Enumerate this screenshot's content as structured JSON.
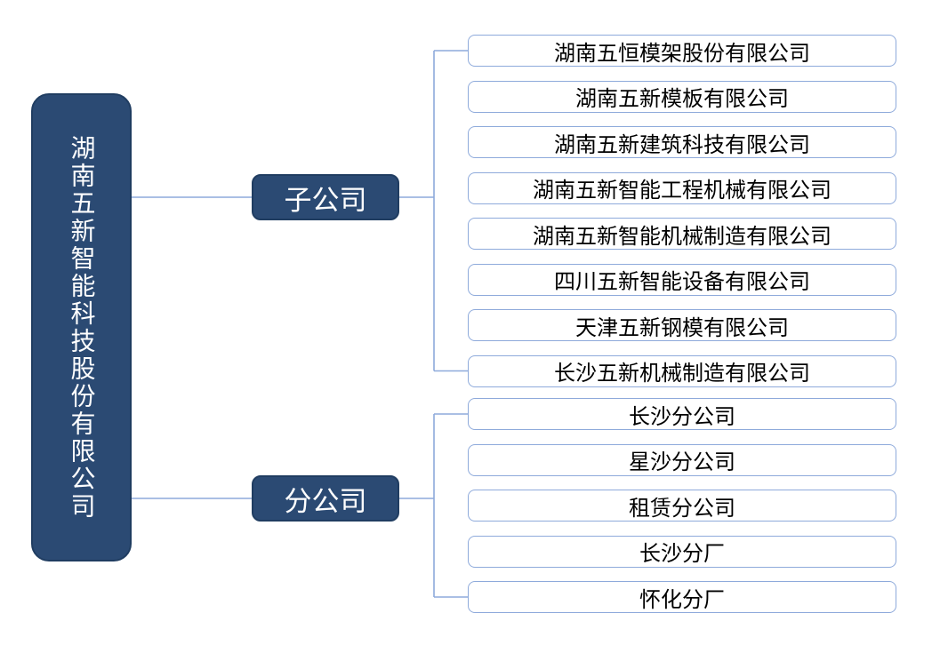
{
  "colors": {
    "node_fill": "#2b4a73",
    "node_border": "#203d61",
    "node_text": "#ffffff",
    "leaf_border": "#8eaadb",
    "leaf_text": "#000000",
    "connector": "#8eaadb"
  },
  "root": {
    "label": "湖南五新智能科技股份有限公司"
  },
  "groups": [
    {
      "label": "子公司",
      "children": [
        "湖南五恒模架股份有限公司",
        "湖南五新模板有限公司",
        "湖南五新建筑科技有限公司",
        "湖南五新智能工程机械有限公司",
        "湖南五新智能机械制造有限公司",
        "四川五新智能设备有限公司",
        "天津五新钢模有限公司",
        "长沙五新机械制造有限公司"
      ]
    },
    {
      "label": "分公司",
      "children": [
        "长沙分公司",
        "星沙分公司",
        "租赁分公司",
        "长沙分厂",
        "怀化分厂"
      ]
    }
  ]
}
